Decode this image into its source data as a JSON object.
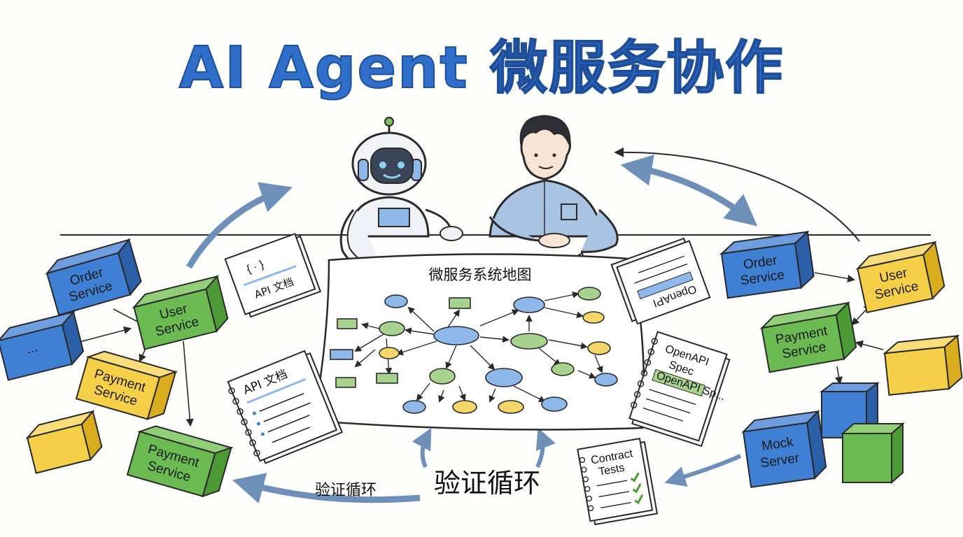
{
  "title": "AI Agent 微服务协作",
  "colors": {
    "title": "#2f6fc9",
    "blue": "#3f7fd4",
    "blue_side": "#2b5fa8",
    "yellow": "#f5cf48",
    "yellow_side": "#d9ad1e",
    "green": "#6bbb52",
    "green_side": "#4b9a36",
    "map_blue": "#8fb8ea",
    "map_green": "#a7d38f",
    "map_yellow": "#f4d66a",
    "stroke": "#2a2a2a"
  },
  "left_services": {
    "order": [
      "Order",
      "Service"
    ],
    "user": [
      "User",
      "Service"
    ],
    "dots": "...",
    "payment_yellow": [
      "Payment",
      "Service"
    ],
    "payment_green": [
      "Payment",
      "Service"
    ]
  },
  "right_services": {
    "order": [
      "Order",
      "Service"
    ],
    "user": [
      "User",
      "Service"
    ],
    "payment": [
      "Payment",
      "Service"
    ],
    "mock": [
      "Mock",
      "Server"
    ]
  },
  "map_title": "微服务系统地图",
  "docs": {
    "api_doc_top": "API 文档",
    "api_doc_top_sub": "{ · }",
    "api_doc_bottom": "API 文档",
    "openapi_top": "OpenAPI",
    "openapi_spec": [
      "OpenAPI",
      "Spec"
    ],
    "openapi_spec_sub": "OpenAPI Sp...",
    "contract_tests": [
      "Contract",
      "Tests"
    ]
  },
  "loop_label_big": "验证循环",
  "loop_label_small": "验证循环"
}
